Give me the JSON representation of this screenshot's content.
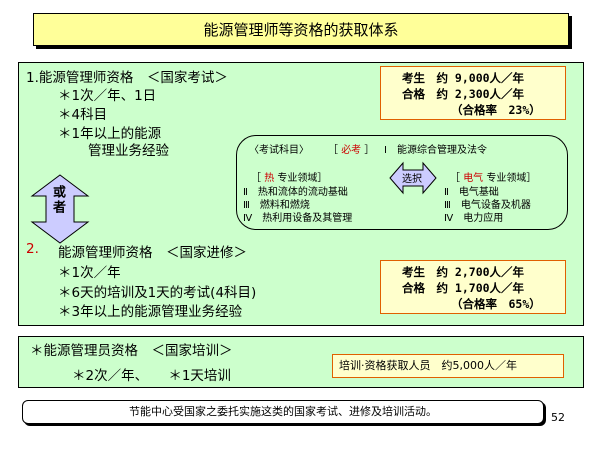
{
  "title": "能源管理师等资格的获取体系",
  "section1": {
    "heading": "1.能源管理师资格　＜国家考试＞",
    "bullets": [
      "＊1次／年、1日",
      "＊4科目",
      "＊1年以上的能源",
      "管理业务经验"
    ],
    "stats": {
      "candidates": "考生　约 9,000人／年",
      "passed": "合格　约 2,300人／年",
      "rate": "（合格率　23%）"
    }
  },
  "or_label": "或者",
  "exam": {
    "subjects_label": "〈考试科目〉",
    "required_open": "［",
    "required_word": "必考",
    "required_close": "］",
    "required_item": "Ⅰ　能源综合管理及法令",
    "heat_open": "［",
    "heat_word": "热",
    "heat_rest": "专业领域］",
    "heat_items": [
      "Ⅱ　热和流体的流动基础",
      "Ⅲ　燃料和燃烧",
      "Ⅳ　热利用设备及其管理"
    ],
    "select_label": "选択",
    "elec_open": "［",
    "elec_word": "电气",
    "elec_rest": "专业领域］",
    "elec_items": [
      "Ⅱ　电气基础",
      "Ⅲ　电气设备及机器",
      "Ⅳ　电力应用"
    ]
  },
  "section2": {
    "num": "2.",
    "heading": "能源管理师资格　＜国家进修＞",
    "bullets": [
      "＊1次／年",
      "＊6天的培训及1天的考试(4科目)",
      "＊3年以上的能源管理业务经验"
    ],
    "stats": {
      "candidates": "考生　约 2,700人／年",
      "passed": "合格　约 1,700人／年",
      "rate": "（合格率　65%）"
    }
  },
  "section3": {
    "heading": "＊能源管理员资格　＜国家培训＞",
    "bullets_line": "＊2次／年、　　＊1天培训",
    "train_stat": "培训·资格获取人员　约5,000人／年"
  },
  "footer": "节能中心受国家之委托实施这类的国家考试、进修及培训活动。",
  "page_number": "52",
  "colors": {
    "title_bg": "#ffff99",
    "panel_bg": "#ccffcc",
    "stat_bg": "#ffffcc",
    "stat_border": "#e06000",
    "accent_red": "#cc0000",
    "arrow_fill": "#ccccff"
  }
}
